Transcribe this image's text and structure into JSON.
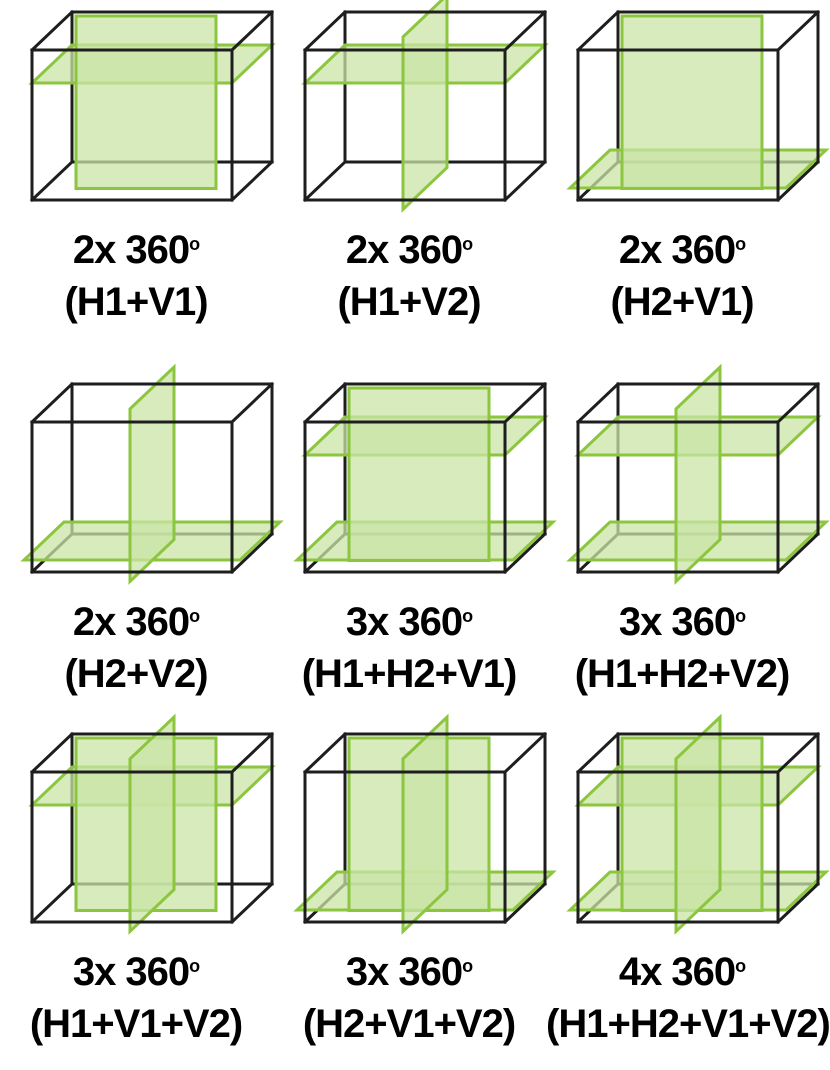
{
  "colors": {
    "edge": "#1e1e1e",
    "plane_fill": "#c9e4a7",
    "plane_stroke": "#8cc63f"
  },
  "items": [
    {
      "count": "2x 360",
      "degree_symbol": "o",
      "config": "(H1+V1)",
      "planes": [
        "H1",
        "V1"
      ]
    },
    {
      "count": "2x 360",
      "degree_symbol": "o",
      "config": "(H1+V2)",
      "planes": [
        "H1",
        "V2"
      ]
    },
    {
      "count": "2x 360",
      "degree_symbol": "o",
      "config": "(H2+V1)",
      "planes": [
        "H2",
        "V1"
      ]
    },
    {
      "count": "2x 360",
      "degree_symbol": "o",
      "config": "(H2+V2)",
      "planes": [
        "H2",
        "V2"
      ]
    },
    {
      "count": "3x 360",
      "degree_symbol": "o",
      "config": "(H1+H2+V1)",
      "planes": [
        "H1",
        "H2",
        "V1"
      ]
    },
    {
      "count": "3x 360",
      "degree_symbol": "o",
      "config": "(H1+H2+V2)",
      "planes": [
        "H1",
        "H2",
        "V2"
      ]
    },
    {
      "count": "3x 360",
      "degree_symbol": "o",
      "config": "(H1+V1+V2)",
      "planes": [
        "H1",
        "V1",
        "V2"
      ]
    },
    {
      "count": "3x 360",
      "degree_symbol": "o",
      "config": "(H2+V1+V2)",
      "planes": [
        "H2",
        "V1",
        "V2"
      ]
    },
    {
      "count": "4x 360",
      "degree_symbol": "o",
      "config": "(H1+H2+V1+V2)",
      "planes": [
        "H1",
        "H2",
        "V1",
        "V2"
      ]
    }
  ]
}
